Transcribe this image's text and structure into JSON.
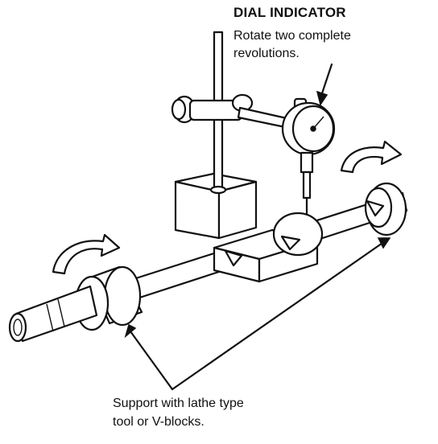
{
  "labels": {
    "dial_indicator_title": "DIAL INDICATOR",
    "dial_indicator_note_line1": "Rotate two complete",
    "dial_indicator_note_line2": "revolutions.",
    "support_note_line1": "Support with lathe type",
    "support_note_line2": "tool or V-blocks."
  },
  "colors": {
    "ink": "#111111",
    "paper": "#ffffff"
  }
}
